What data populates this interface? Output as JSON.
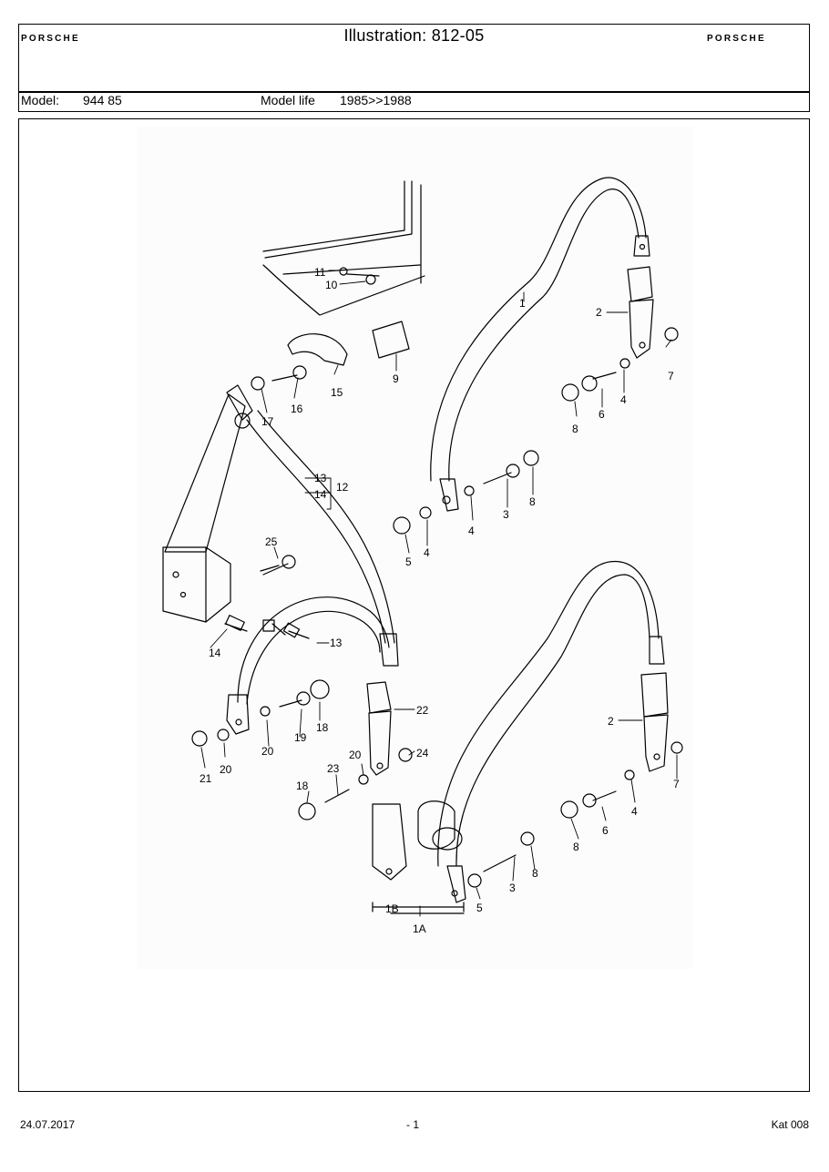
{
  "header": {
    "brand_left": "PORSCHE",
    "brand_right": "PORSCHE",
    "title": "Illustration: 812-05",
    "model_label": "Model:",
    "model_value": "944 85",
    "model_life_label": "Model life",
    "model_life_value": "1985>>1988"
  },
  "diagram": {
    "callouts": {
      "c1": "1",
      "c2a": "2",
      "c2b": "2",
      "c3a": "3",
      "c3b": "3",
      "c4a": "4",
      "c4b": "4",
      "c4c": "4",
      "c4d": "4",
      "c5a": "5",
      "c5b": "5",
      "c6a": "6",
      "c6b": "6",
      "c7a": "7",
      "c7b": "7",
      "c8a": "8",
      "c8b": "8",
      "c8c": "8",
      "c8d": "8",
      "c9": "9",
      "c10": "10",
      "c11": "11",
      "c12": "12",
      "c13a": "13",
      "c13b": "13",
      "c14a": "14",
      "c14b": "14",
      "c15": "15",
      "c16": "16",
      "c17": "17",
      "c18a": "18",
      "c18b": "18",
      "c19": "19",
      "c20a": "20",
      "c20b": "20",
      "c20c": "20",
      "c21": "21",
      "c22": "22",
      "c23": "23",
      "c24": "24",
      "c25": "25",
      "c1a": "1A",
      "c1b": "1B"
    }
  },
  "footer": {
    "date": "24.07.2017",
    "page": "- 1",
    "catalog": "Kat 008"
  }
}
